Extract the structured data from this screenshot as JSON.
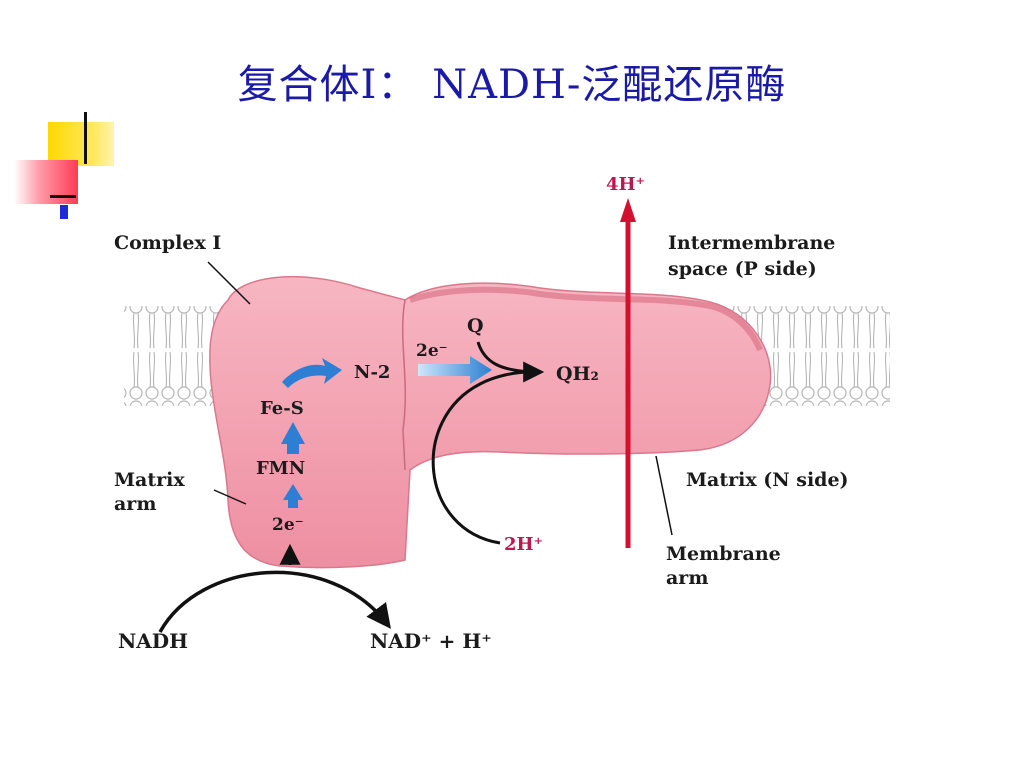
{
  "slide": {
    "title": "复合体Ⅰ： NADH-泛醌还原酶"
  },
  "diagram": {
    "complex_label": "Complex I",
    "intermembrane_line1": "Intermembrane",
    "intermembrane_line2": "space (P side)",
    "matrix_side": "Matrix (N side)",
    "matrix_arm_line1": "Matrix",
    "matrix_arm_line2": "arm",
    "membrane_arm_line1": "Membrane",
    "membrane_arm_line2": "arm",
    "fes": "Fe-S",
    "fmn": "FMN",
    "n2": "N-2",
    "e_top": "2e⁻",
    "e_bottom": "2e⁻",
    "q": "Q",
    "qh2": "QH₂",
    "h4": "4H⁺",
    "h2": "2H⁺",
    "nadh": "NADH",
    "nad": "NAD⁺ + H⁺"
  },
  "colors": {
    "title": "#1a1aa6",
    "protein": "#f2a0b0",
    "proton_arrow": "#d4102e",
    "proton_label": "#c0164f",
    "electron_arrow": "#3a8fd6"
  }
}
